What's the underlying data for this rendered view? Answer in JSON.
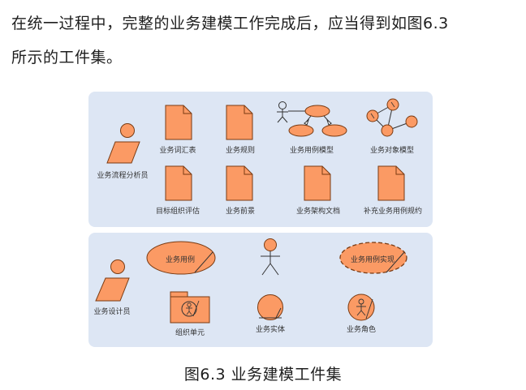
{
  "paragraph": {
    "line1": "在统一过程中，完整的业务建模工作完成后，应当得到如图6.3",
    "line2": "所示的工件集。"
  },
  "top_panel": {
    "actor_label": "业务流程分析员",
    "row1": [
      "业务词汇表",
      "业务规则",
      "业务用例模型",
      "业务对象模型"
    ],
    "row2": [
      "目标组织评估",
      "业务前景",
      "业务架构文档",
      "补充业务用例规约"
    ]
  },
  "bottom_panel": {
    "actor_label": "业务设计员",
    "use_case_text": "业务用例",
    "realization_text": "业务用例实现",
    "unit_label": "组织单元",
    "entity_label": "业务实体",
    "role_label": "业务角色"
  },
  "caption": "图6.3  业务建模工件集",
  "colors": {
    "fill": "#fb9a64",
    "stroke": "#7a3b12",
    "panel": "#dde6f4"
  }
}
